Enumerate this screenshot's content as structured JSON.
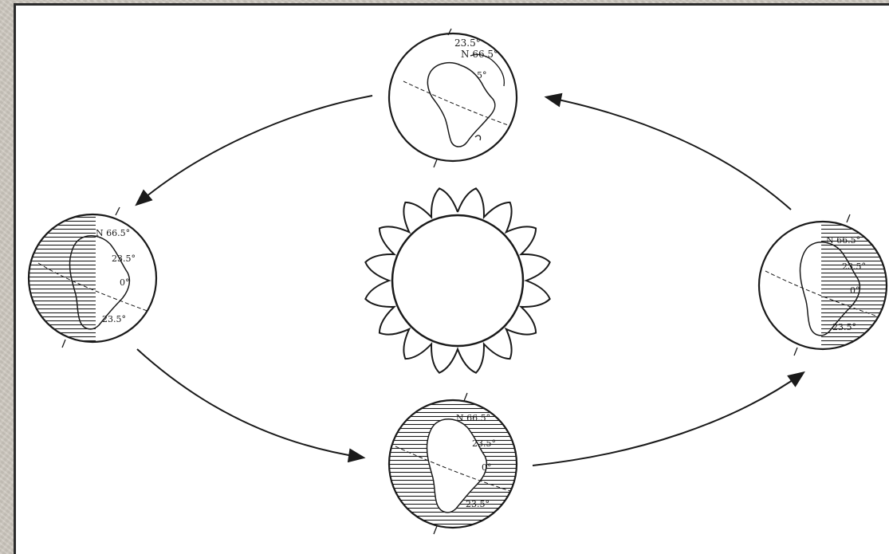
{
  "diagram": {
    "labels": {
      "top": [
        "23.5°",
        "N 66.5°",
        "5°"
      ],
      "left": [
        "N 66.5°",
        "23.5°",
        "0°",
        "23.5°"
      ],
      "right": [
        "N 66.5°",
        "23.5°",
        "0°",
        "23.5°"
      ],
      "bottom": [
        "N 66.5°",
        "23.5°",
        "0°",
        "23.5°"
      ]
    },
    "colors": {
      "ink": "#1a1a1a",
      "paper": "#ffffff",
      "frame": "#2b2b2b",
      "background": "#cdc8bf"
    },
    "icons": [
      "sun-icon",
      "earth-icon",
      "arrow-icon"
    ]
  }
}
